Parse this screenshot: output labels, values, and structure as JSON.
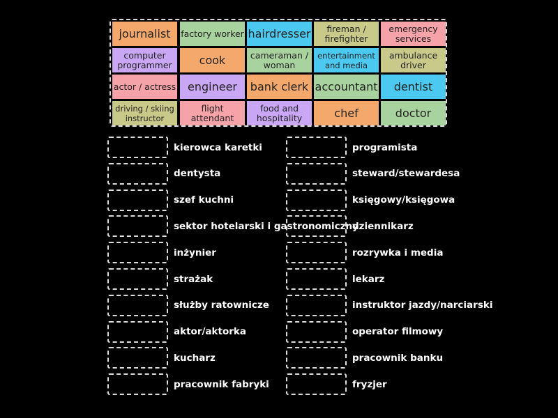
{
  "colors": {
    "orange": "#f5a86b",
    "green": "#a9d39e",
    "blue": "#4cc9f0",
    "olive": "#c9c98a",
    "pink": "#f5a3a9",
    "purple": "#c9a7f5"
  },
  "tiles": [
    {
      "text": "journalist",
      "color": "orange",
      "big": true
    },
    {
      "text": "factory worker",
      "color": "green"
    },
    {
      "text": "hairdresser",
      "color": "blue",
      "big": true
    },
    {
      "text": "fireman / firefighter",
      "color": "olive"
    },
    {
      "text": "emergency services",
      "color": "pink"
    },
    {
      "text": "computer programmer",
      "color": "purple"
    },
    {
      "text": "cook",
      "color": "orange",
      "big": true
    },
    {
      "text": "cameraman / woman",
      "color": "green"
    },
    {
      "text": "entertainment and media",
      "color": "blue",
      "small": true
    },
    {
      "text": "ambulance driver",
      "color": "olive"
    },
    {
      "text": "actor / actress",
      "color": "pink"
    },
    {
      "text": "engineer",
      "color": "purple",
      "big": true
    },
    {
      "text": "bank clerk",
      "color": "orange",
      "big": true
    },
    {
      "text": "accountant",
      "color": "green",
      "big": true
    },
    {
      "text": "dentist",
      "color": "blue",
      "big": true
    },
    {
      "text": "driving / skiing instructor",
      "color": "olive",
      "small": true
    },
    {
      "text": "flight attendant",
      "color": "pink"
    },
    {
      "text": "food and hospitality",
      "color": "purple"
    },
    {
      "text": "chef",
      "color": "orange",
      "big": true
    },
    {
      "text": "doctor",
      "color": "green",
      "big": true
    }
  ],
  "targets_left": [
    "kierowca karetki",
    "dentysta",
    "szef kuchni",
    "sektor hotelarski i gastronomiczny",
    "inżynier",
    "strażak",
    "służby ratownicze",
    "aktor/aktorka",
    "kucharz",
    "pracownik fabryki"
  ],
  "targets_right": [
    "programista",
    "steward/stewardesa",
    "księgowy/księgowa",
    "dziennikarz",
    "rozrywka i media",
    "lekarz",
    "instruktor jazdy/narciarski",
    "operator filmowy",
    "pracownik banku",
    "fryzjer"
  ]
}
